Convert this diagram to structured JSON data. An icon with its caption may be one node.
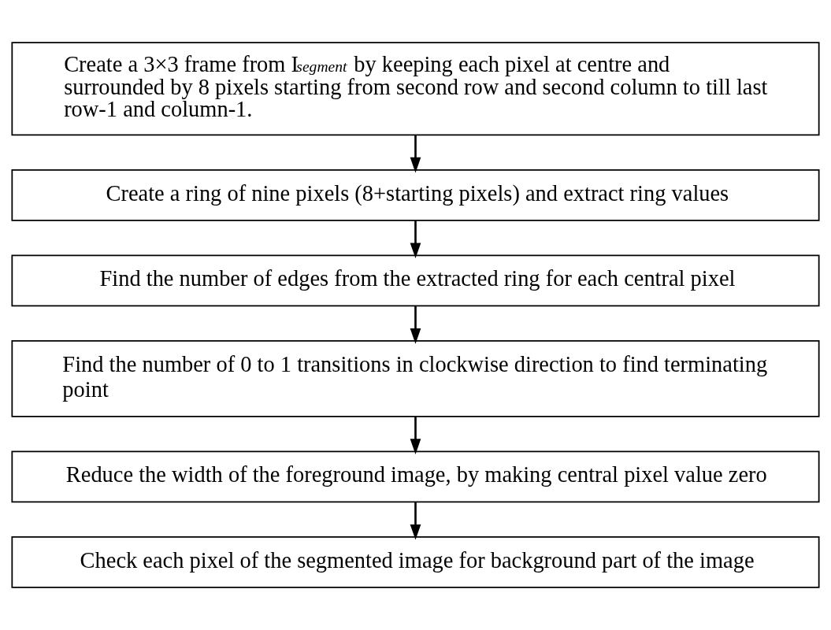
{
  "diagram": {
    "nodes": [
      {
        "text": [
          "Create a 3×3 frame from I$_{segment}$ by keeping each pixel at centre and surrounded by 8 pixels starting from second row and second column to till last row-1 and column-1."
        ]
      },
      {
        "text": [
          "Create a ring of nine pixels (8+starting pixels) and extract ring values"
        ]
      },
      {
        "text": [
          "Find the number of edges from the extracted ring for each central pixel"
        ]
      },
      {
        "text": [
          "Find the number of 0 to 1 transitions in clockwise direction to find terminating point"
        ]
      },
      {
        "text": [
          "Reduce the width of the foreground image, by making central pixel value zero"
        ]
      },
      {
        "text": [
          "Check each pixel of the segmented image for background part of the image"
        ]
      }
    ],
    "edges": [
      {
        "from": 0,
        "to": 1,
        "arrow": "to"
      },
      {
        "from": 1,
        "to": 2,
        "arrow": "to"
      },
      {
        "from": 2,
        "to": 3,
        "arrow": "to"
      },
      {
        "from": 3,
        "to": 4,
        "arrow": "to"
      },
      {
        "from": 4,
        "to": 5,
        "arrow": "to"
      }
    ]
  }
}
